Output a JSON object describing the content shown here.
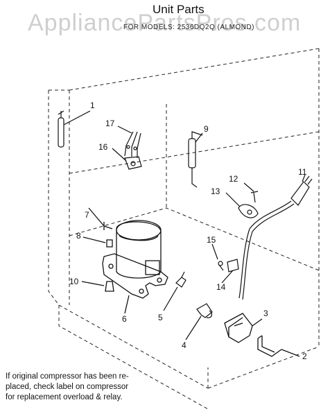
{
  "watermark": "AppliancePartsPros.com",
  "title": "Unit Parts",
  "subtitle": "FOR MODELS: 2536DQ2Q (ALMOND)",
  "note": [
    "If original compressor has been re-",
    "placed, check label on compressor",
    "for replacement overload & relay."
  ],
  "callouts": [
    "1",
    "2",
    "3",
    "4",
    "5",
    "6",
    "7",
    "8",
    "9",
    "10",
    "11",
    "12",
    "13",
    "14",
    "15",
    "16",
    "17"
  ],
  "colors": {
    "ink": "#111111",
    "watermark": "#cfcfcf"
  }
}
